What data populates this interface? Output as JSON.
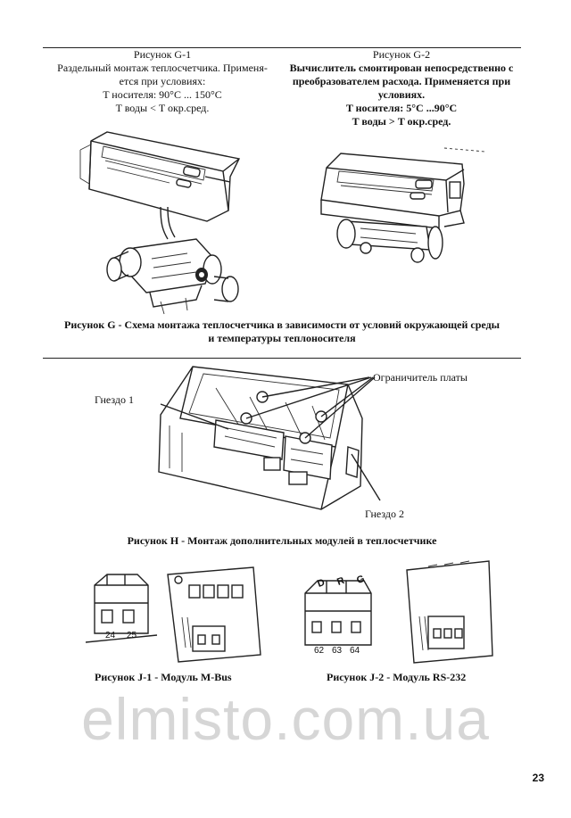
{
  "fig_g1": {
    "title": "Рисунок G-1",
    "line1": "Раздельный монтаж теплосчетчика. Применя-",
    "line2": "ется при условиях:",
    "line3": "T носителя: 90°C ... 150°C",
    "line4": "T воды < T окр.сред."
  },
  "fig_g2": {
    "title": "Рисунок G-2",
    "line1": "Вычислитель смонтирован непосредственно с",
    "line2": "преобразователем расхода. Применяется при",
    "line3": "условиях.",
    "line4": "T носителя: 5°C ...90°C",
    "line5": "T воды > T окр.сред."
  },
  "fig_g": {
    "line1": "Рисунок G - Схема монтажа теплосчетчика в зависимости от условий окружающей среды",
    "line2": "и температуры теплоносителя"
  },
  "fig_h": {
    "label_slot1": "Гнездо 1",
    "label_limiter": "Ограничитель платы",
    "label_slot2": "Гнездо 2",
    "caption": "Рисунок H - Монтаж дополнительных модулей в теплосчетчике"
  },
  "fig_j1": {
    "caption": "Рисунок J-1 -  Модуль M-Bus",
    "term1": "24",
    "term2": "25"
  },
  "fig_j2": {
    "caption": "Рисунок J-2  - Модуль RS-232",
    "term1": "62",
    "term2": "63",
    "term3": "64",
    "top1": "D",
    "top2": "R",
    "top3": "G"
  },
  "watermark": "elmisto.com.ua",
  "page_number": "23"
}
